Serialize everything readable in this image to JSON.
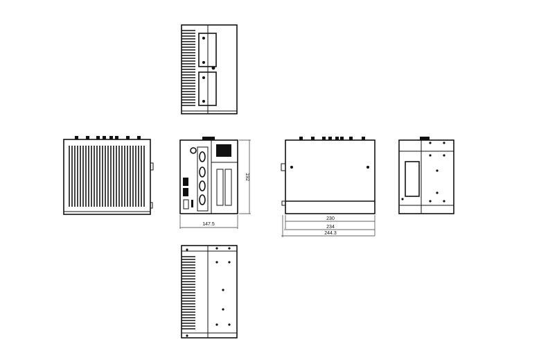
{
  "dimensions": {
    "front_width": "147.5",
    "front_height": "192",
    "side_inner": "230",
    "side_mid": "234",
    "side_total": "244.3"
  }
}
